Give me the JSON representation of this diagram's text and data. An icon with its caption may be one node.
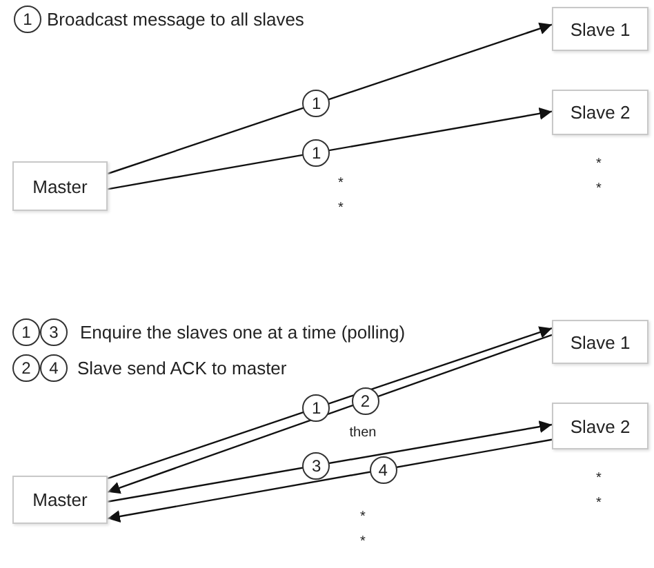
{
  "diagram": {
    "nodes": [
      {
        "text": [
          "Master"
        ]
      },
      {
        "text": [
          "Slave 1"
        ]
      },
      {
        "text": [
          "Slave 2"
        ]
      },
      {
        "text": [
          "Master"
        ]
      },
      {
        "text": [
          "Slave 1"
        ]
      },
      {
        "text": [
          "Slave 2"
        ]
      }
    ],
    "edges": [
      {
        "from": 0,
        "to": 1,
        "arrow": "to",
        "label": "1"
      },
      {
        "from": 0,
        "to": 2,
        "arrow": "to",
        "label": "1"
      },
      {
        "from": 3,
        "to": 4,
        "arrow": "to",
        "label": "1"
      },
      {
        "from": 4,
        "to": 3,
        "arrow": "to",
        "label": "2"
      },
      {
        "from": 3,
        "to": 5,
        "arrow": "to",
        "label": "3"
      },
      {
        "from": 5,
        "to": 3,
        "arrow": "to",
        "label": "4"
      }
    ],
    "labels": [
      "1",
      "Broadcast message to all slaves",
      "*",
      "*",
      "*",
      "*",
      "1",
      "3",
      "Enquire the slaves one at a time (polling)",
      "2",
      "4",
      "Slave send ACK to master",
      "then",
      "*",
      "*",
      "*",
      "*"
    ]
  }
}
